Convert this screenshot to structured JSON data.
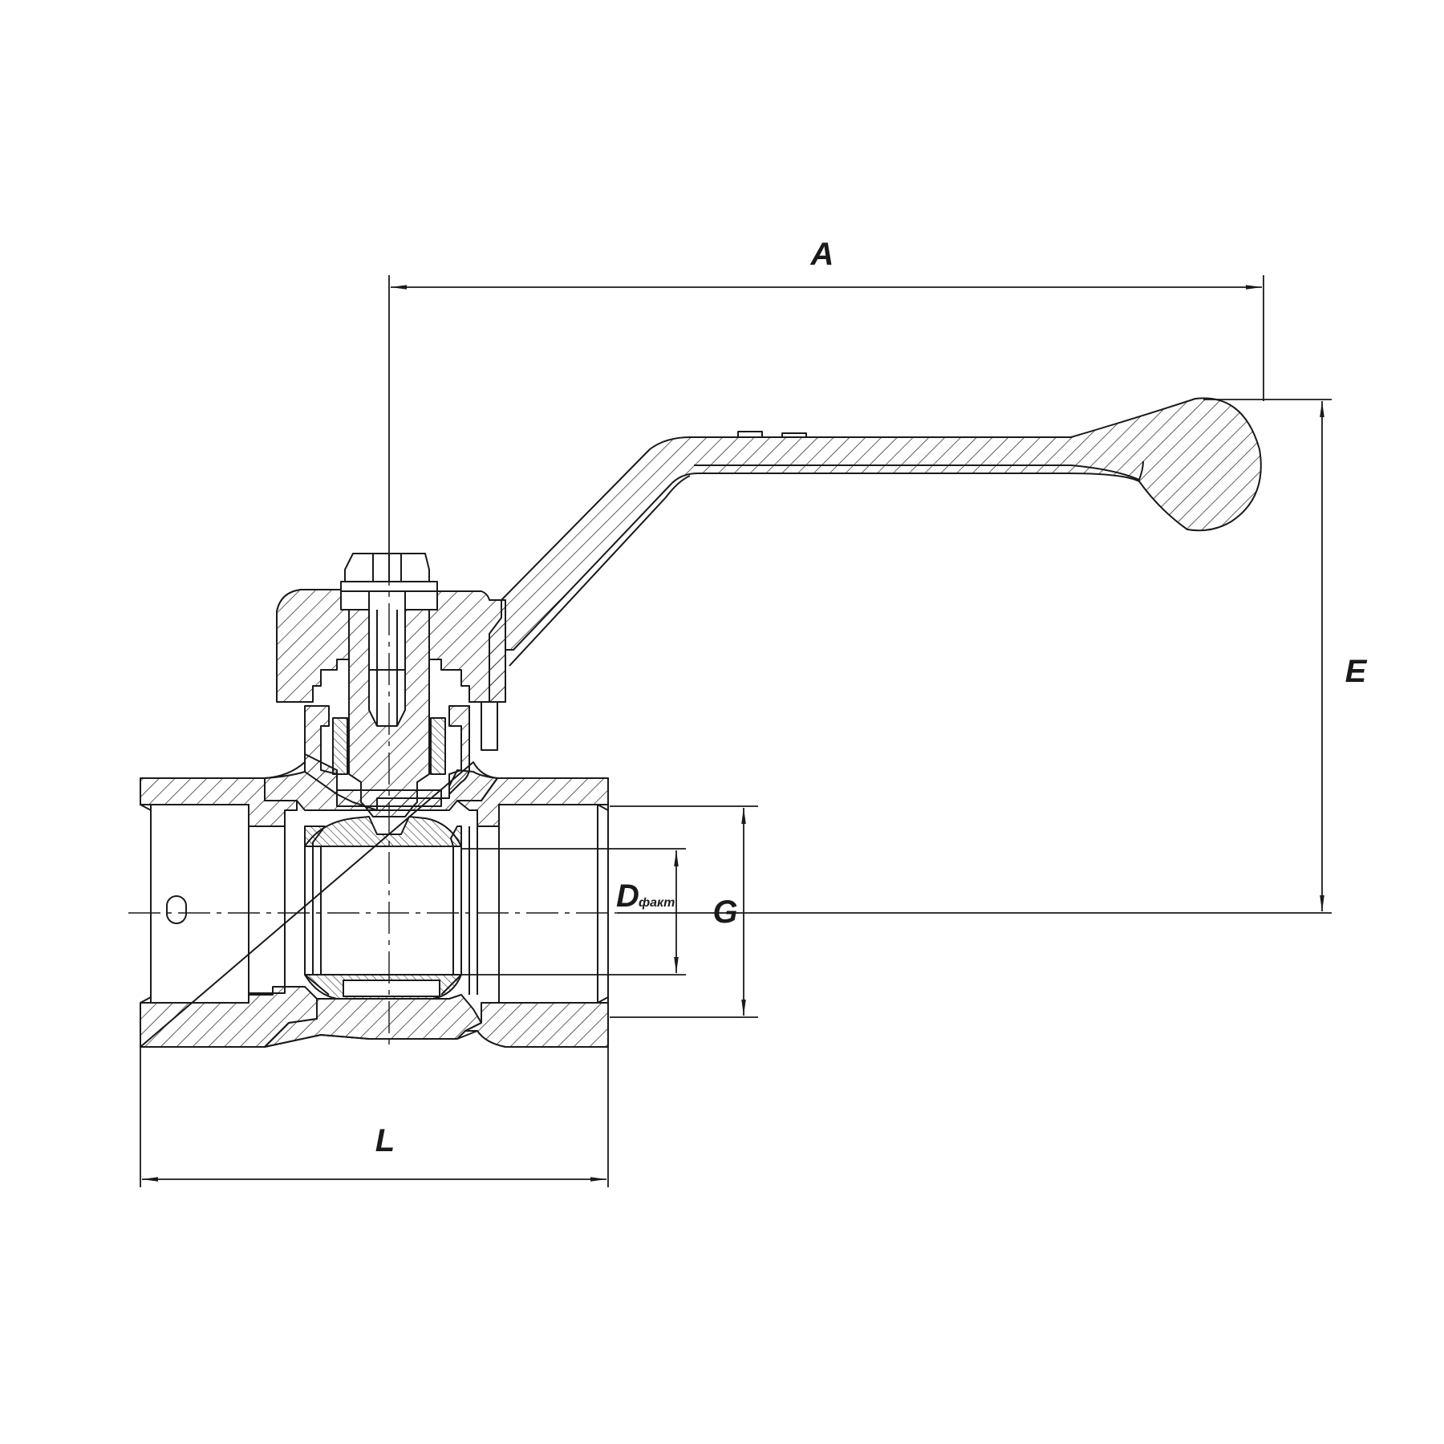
{
  "drawing": {
    "line_color": "#1a1a1a",
    "background": "#ffffff",
    "dimensions": {
      "A": "A",
      "E": "E",
      "G": "G",
      "L": "L",
      "D_main": "D",
      "D_sub": "факт"
    }
  }
}
